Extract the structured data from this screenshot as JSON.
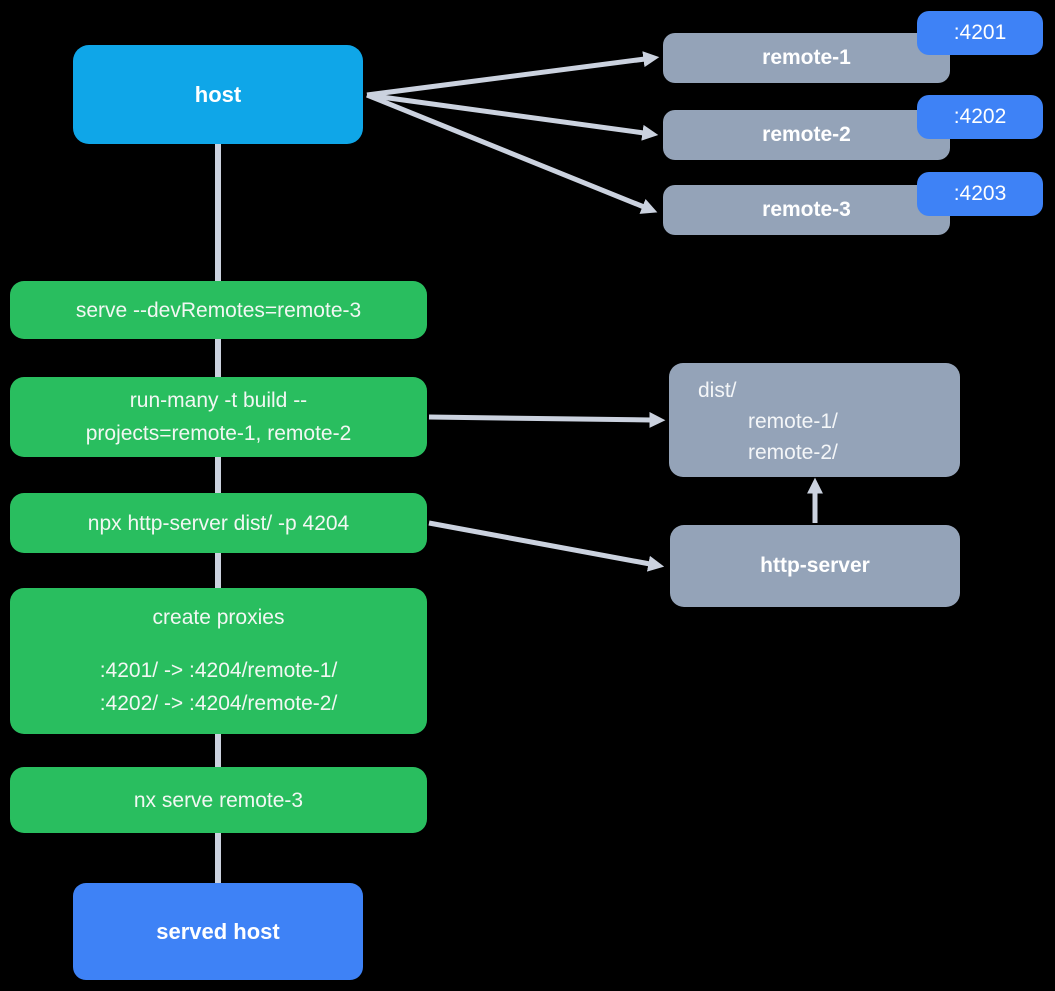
{
  "diagram": {
    "background": "#000000",
    "colors": {
      "host": "#0FA6E8",
      "command": "#29BE5F",
      "remote": "#94A3B8",
      "port_badge": "#3E82F6",
      "served_host": "#3E82F6",
      "connector": "#CBD2DF"
    },
    "host": {
      "label": "host"
    },
    "remotes": [
      {
        "label": "remote-1",
        "port": ":4201"
      },
      {
        "label": "remote-2",
        "port": ":4202"
      },
      {
        "label": "remote-3",
        "port": ":4203"
      }
    ],
    "commands": [
      {
        "lines": [
          "serve --devRemotes=remote-3"
        ]
      },
      {
        "lines": [
          "run-many -t build --",
          "projects=remote-1, remote-2"
        ]
      },
      {
        "lines": [
          "npx http-server dist/ -p 4204"
        ]
      },
      {
        "title": "create proxies",
        "lines": [
          ":4201/ -> :4204/remote-1/",
          ":4202/ -> :4204/remote-2/"
        ]
      },
      {
        "lines": [
          "nx serve remote-3"
        ]
      }
    ],
    "dist": {
      "lines": [
        "dist/",
        "remote-1/",
        "remote-2/"
      ]
    },
    "http_server": {
      "label": "http-server"
    },
    "served_host": {
      "label": "served host"
    },
    "edges": [
      {
        "from": "host",
        "to": "remote-1"
      },
      {
        "from": "host",
        "to": "remote-2"
      },
      {
        "from": "host",
        "to": "remote-3"
      },
      {
        "from": "host",
        "to": "served-host"
      },
      {
        "from": "run-many-build",
        "to": "dist"
      },
      {
        "from": "npx-http-server",
        "to": "http-server"
      },
      {
        "from": "http-server",
        "to": "dist"
      }
    ]
  }
}
